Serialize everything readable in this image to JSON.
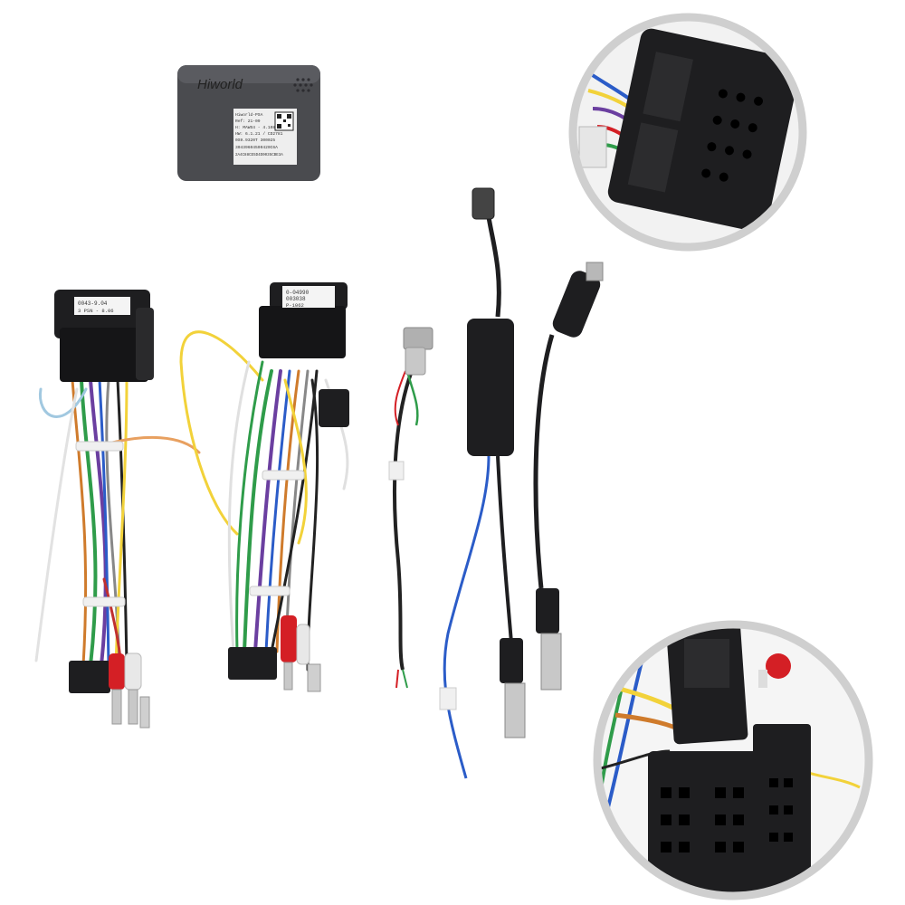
{
  "decoder_box": {
    "brand": "Hiworld",
    "label_lines": [
      "Hiworld-PSA",
      "Ref: 21-09",
      "H: MAWS4 - 4.108",
      "HW: 6.1.21 / CD2781",
      "0S9.9320T 300025",
      "30439604500420C6A",
      "2A4C88CE5D4D0035CBE3A"
    ]
  },
  "harness_left": {
    "tag_lines": [
      "0043-9.04",
      "3 PSN - 8.06"
    ]
  },
  "harness_middle": {
    "tag_lines": [
      "0-04990",
      "003038",
      "P-1062"
    ]
  },
  "colors": {
    "connector": "#1e1e20",
    "yellow_wire": "#f2d23a",
    "blue_wire": "#2b5cc8",
    "purple_wire": "#6b3fa0",
    "green_wire": "#2f9c4a",
    "red_rca": "#d41f25",
    "inset_border": "#cfcfcf"
  }
}
